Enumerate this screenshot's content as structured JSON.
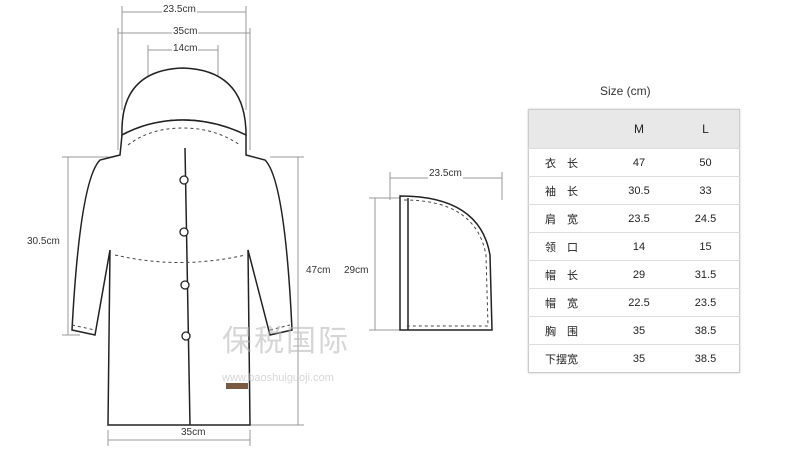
{
  "coat": {
    "top_width": "23.5cm",
    "shoulder": "35cm",
    "neck": "14cm",
    "sleeve": "30.5cm",
    "length": "47cm",
    "hem": "35cm"
  },
  "hood": {
    "width": "23.5cm",
    "length": "29cm"
  },
  "table": {
    "title": "Size (cm)",
    "headers": [
      "",
      "M",
      "L"
    ],
    "rows": [
      [
        "衣　长",
        "47",
        "50"
      ],
      [
        "袖　长",
        "30.5",
        "33"
      ],
      [
        "肩　宽",
        "23.5",
        "24.5"
      ],
      [
        "领　口",
        "14",
        "15"
      ],
      [
        "帽　长",
        "29",
        "31.5"
      ],
      [
        "帽　宽",
        "22.5",
        "23.5"
      ],
      [
        "胸　围",
        "35",
        "38.5"
      ],
      [
        "下摆宽",
        "35",
        "38.5"
      ]
    ]
  },
  "watermark": {
    "name": "保税国际",
    "url": "www.baoshuiguoji.com"
  }
}
